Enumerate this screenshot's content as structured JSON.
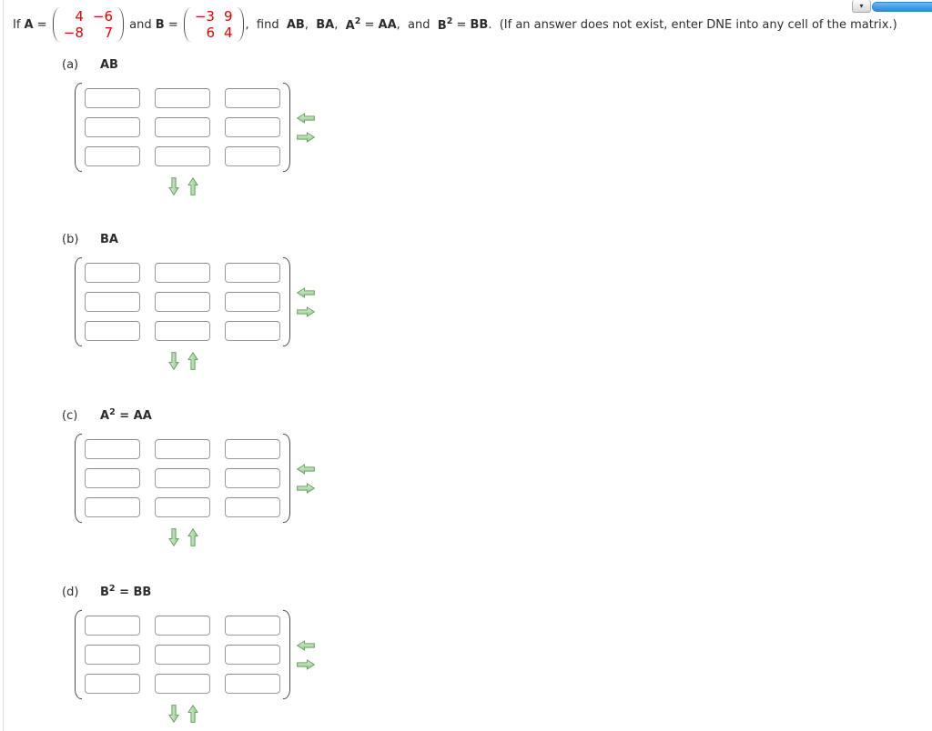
{
  "top_widget": {
    "caret_icon": "▾",
    "blue_bar_color": "#3e9ce5"
  },
  "header": {
    "segments": [
      {
        "text": "If ",
        "bold": false
      },
      {
        "text": "A",
        "bold": true
      },
      {
        "text": " = ",
        "bold": false
      },
      {
        "matrix": "A"
      },
      {
        "text": " and ",
        "bold": false
      },
      {
        "text": "B",
        "bold": true
      },
      {
        "text": " = ",
        "bold": false
      },
      {
        "matrix": "B"
      },
      {
        "text": ",  find  ",
        "bold": false
      },
      {
        "text": "AB",
        "bold": true
      },
      {
        "text": ",  ",
        "bold": false
      },
      {
        "text": "BA",
        "bold": true
      },
      {
        "text": ",  ",
        "bold": false
      },
      {
        "text": "A",
        "bold": true,
        "sup": "2"
      },
      {
        "text": " = ",
        "bold": false
      },
      {
        "text": "AA",
        "bold": true
      },
      {
        "text": ",  and  ",
        "bold": false
      },
      {
        "text": "B",
        "bold": true,
        "sup": "2"
      },
      {
        "text": " = ",
        "bold": false
      },
      {
        "text": "BB",
        "bold": true
      },
      {
        "text": ".  (If an answer does not exist, enter DNE into any cell of the matrix.)",
        "bold": false
      }
    ],
    "matrices": {
      "A": [
        [
          "4",
          "−6"
        ],
        [
          "−8",
          "7"
        ]
      ],
      "B": [
        [
          "−3",
          "9"
        ],
        [
          "6",
          "4"
        ]
      ]
    }
  },
  "colors": {
    "matrix_value_red": "#e60000",
    "text": "#2d2d2d",
    "arrow_fill_light": "#dcefd8",
    "arrow_fill_dark": "#90c78a",
    "arrow_border": "#69a361",
    "top_bar_blue": "#3e9ce5"
  },
  "icons": {
    "left_arrow": "left-arrow",
    "right_arrow": "right-arrow",
    "down_arrow": "down-arrow",
    "up_arrow": "up-arrow",
    "caret_down": "caret-down"
  },
  "sections": [
    {
      "label": "(a)",
      "title_segments": [
        {
          "text": "AB",
          "bold": true
        }
      ],
      "grid": {
        "rows": 3,
        "cols": 3,
        "cells": [
          [
            "",
            "",
            ""
          ],
          [
            "",
            "",
            ""
          ],
          [
            "",
            "",
            ""
          ]
        ]
      }
    },
    {
      "label": "(b)",
      "title_segments": [
        {
          "text": "BA",
          "bold": true
        }
      ],
      "grid": {
        "rows": 3,
        "cols": 3,
        "cells": [
          [
            "",
            "",
            ""
          ],
          [
            "",
            "",
            ""
          ],
          [
            "",
            "",
            ""
          ]
        ]
      }
    },
    {
      "label": "(c)",
      "title_segments": [
        {
          "text": "A",
          "bold": true,
          "sup": "2"
        },
        {
          "text": " = ",
          "bold": false
        },
        {
          "text": "AA",
          "bold": true
        }
      ],
      "grid": {
        "rows": 3,
        "cols": 3,
        "cells": [
          [
            "",
            "",
            ""
          ],
          [
            "",
            "",
            ""
          ],
          [
            "",
            "",
            ""
          ]
        ]
      }
    },
    {
      "label": "(d)",
      "title_segments": [
        {
          "text": "B",
          "bold": true,
          "sup": "2"
        },
        {
          "text": " = ",
          "bold": false
        },
        {
          "text": "BB",
          "bold": true
        }
      ],
      "grid": {
        "rows": 3,
        "cols": 3,
        "cells": [
          [
            "",
            "",
            ""
          ],
          [
            "",
            "",
            ""
          ],
          [
            "",
            "",
            ""
          ]
        ]
      }
    }
  ]
}
